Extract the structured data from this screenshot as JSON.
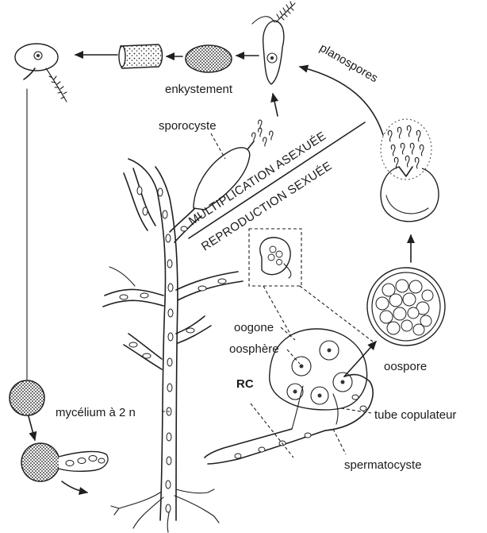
{
  "labels": {
    "enkystement": "enkystement",
    "planospores": "planospores",
    "sporocyste": "sporocyste",
    "multiplication": "MULTIPLICATION ASEXUÉE",
    "reproduction": "REPRODUCTION SEXUÉE",
    "oogone": "oogone",
    "oosphere": "oosphère",
    "rc": "RC",
    "oospore": "oospore",
    "mycelium": "mycélium à 2 n",
    "tube_copulateur": "tube copulateur",
    "spermatocyste": "spermatocyste"
  },
  "colors": {
    "ink": "#1f1f1f",
    "background": "#ffffff"
  }
}
